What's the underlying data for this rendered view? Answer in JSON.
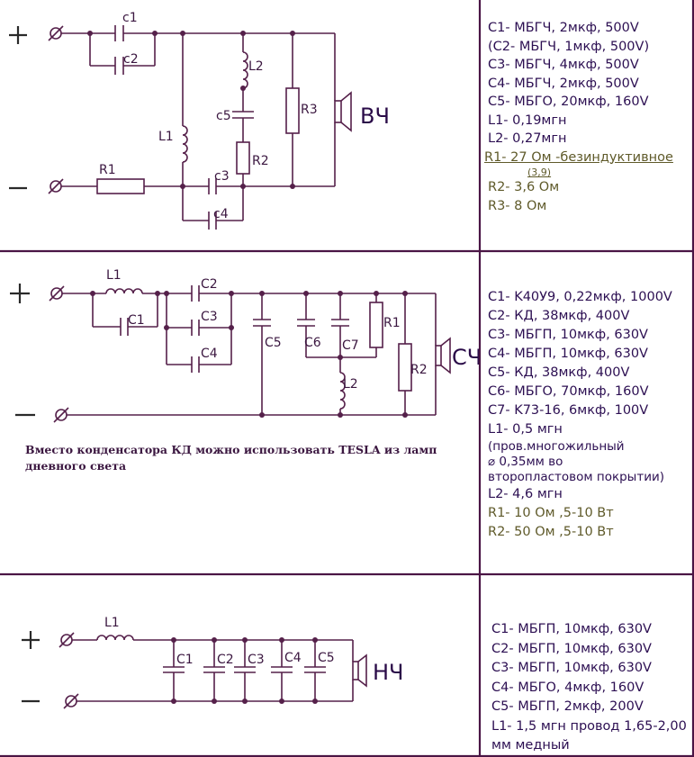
{
  "panels": [
    {
      "band": "ВЧ",
      "labels": {
        "c1": "c1",
        "c2": "c2",
        "c3": "c3",
        "c4": "c4",
        "c5": "c5",
        "l1": "L1",
        "l2": "L2",
        "r1": "R1",
        "r2": "R2",
        "r3": "R3"
      },
      "specs": [
        {
          "text": "C1- МБГЧ, 2мкф, 500V"
        },
        {
          "text": "(С2- МБГЧ, 1мкф, 500V)"
        },
        {
          "text": "C3- МБГЧ, 4мкф, 500V"
        },
        {
          "text": "C4- МБГЧ, 2мкф, 500V"
        },
        {
          "text": "C5- МБГО, 20мкф, 160V"
        },
        {
          "text": "L1- 0,19мгн"
        },
        {
          "text": "L2- 0,27мгн"
        },
        {
          "text": "R1-    27 Ом -безиндуктивное"
        },
        {
          "text": "(3,9)"
        },
        {
          "text": "R2- 3,6 Ом"
        },
        {
          "text": "R3- 8   Ом"
        }
      ]
    },
    {
      "band": "СЧ",
      "labels": {
        "l1": "L1",
        "c1": "C1",
        "c2": "C2",
        "c3": "C3",
        "c4": "C4",
        "c5": "C5",
        "c6": "C6",
        "c7": "C7",
        "l2": "L2",
        "r1": "R1",
        "r2": "R2"
      },
      "specs": [
        {
          "text": "C1- K40У9, 0,22мкф, 1000V"
        },
        {
          "text": "C2- КД, 38мкф, 400V"
        },
        {
          "text": "C3- МБГП, 10мкф, 630V"
        },
        {
          "text": "C4- МБГП, 10мкф, 630V"
        },
        {
          "text": "C5- КД, 38мкф, 400V"
        },
        {
          "text": "C6- МБГО, 70мкф, 160V"
        },
        {
          "text": "C7- K73-16, 6мкф, 100V"
        },
        {
          "text": "L1- 0,5 мгн"
        },
        {
          "text": "(пров.многожильный"
        },
        {
          "text": "⌀  0,35мм          во"
        },
        {
          "text": "второпластовом покрытии)"
        },
        {
          "text": "L2- 4,6 мгн"
        },
        {
          "text": "R1- 10 Ом ,5-10 Вт"
        },
        {
          "text": "R2- 50 Ом ,5-10 Вт"
        }
      ],
      "note": "Вместо конденсатора КД можно использовать TESLA из ламп дневного света"
    },
    {
      "band": "НЧ",
      "labels": {
        "l1": "L1",
        "c1": "C1",
        "c2": "C2",
        "c3": "C3",
        "c4": "C4",
        "c5": "C5"
      },
      "specs": [
        {
          "text": "C1- МБГП, 10мкф, 630V"
        },
        {
          "text": "C2- МБГП, 10мкф, 630V"
        },
        {
          "text": "C3- МБГП, 10мкф, 630V"
        },
        {
          "text": "C4- МБГО, 4мкф, 160V"
        },
        {
          "text": "C5- МБГП, 2мкф, 200V"
        },
        {
          "text": "L1- 1,5 мгн провод 1,65-2,00"
        },
        {
          "text": "мм медный"
        }
      ]
    }
  ],
  "terminals": {
    "plus": "+",
    "minus": "—"
  },
  "colors": {
    "wire": "#55204a",
    "text": "#2c0f52",
    "olive": "#5f5a2a",
    "border": "#4a1545"
  }
}
